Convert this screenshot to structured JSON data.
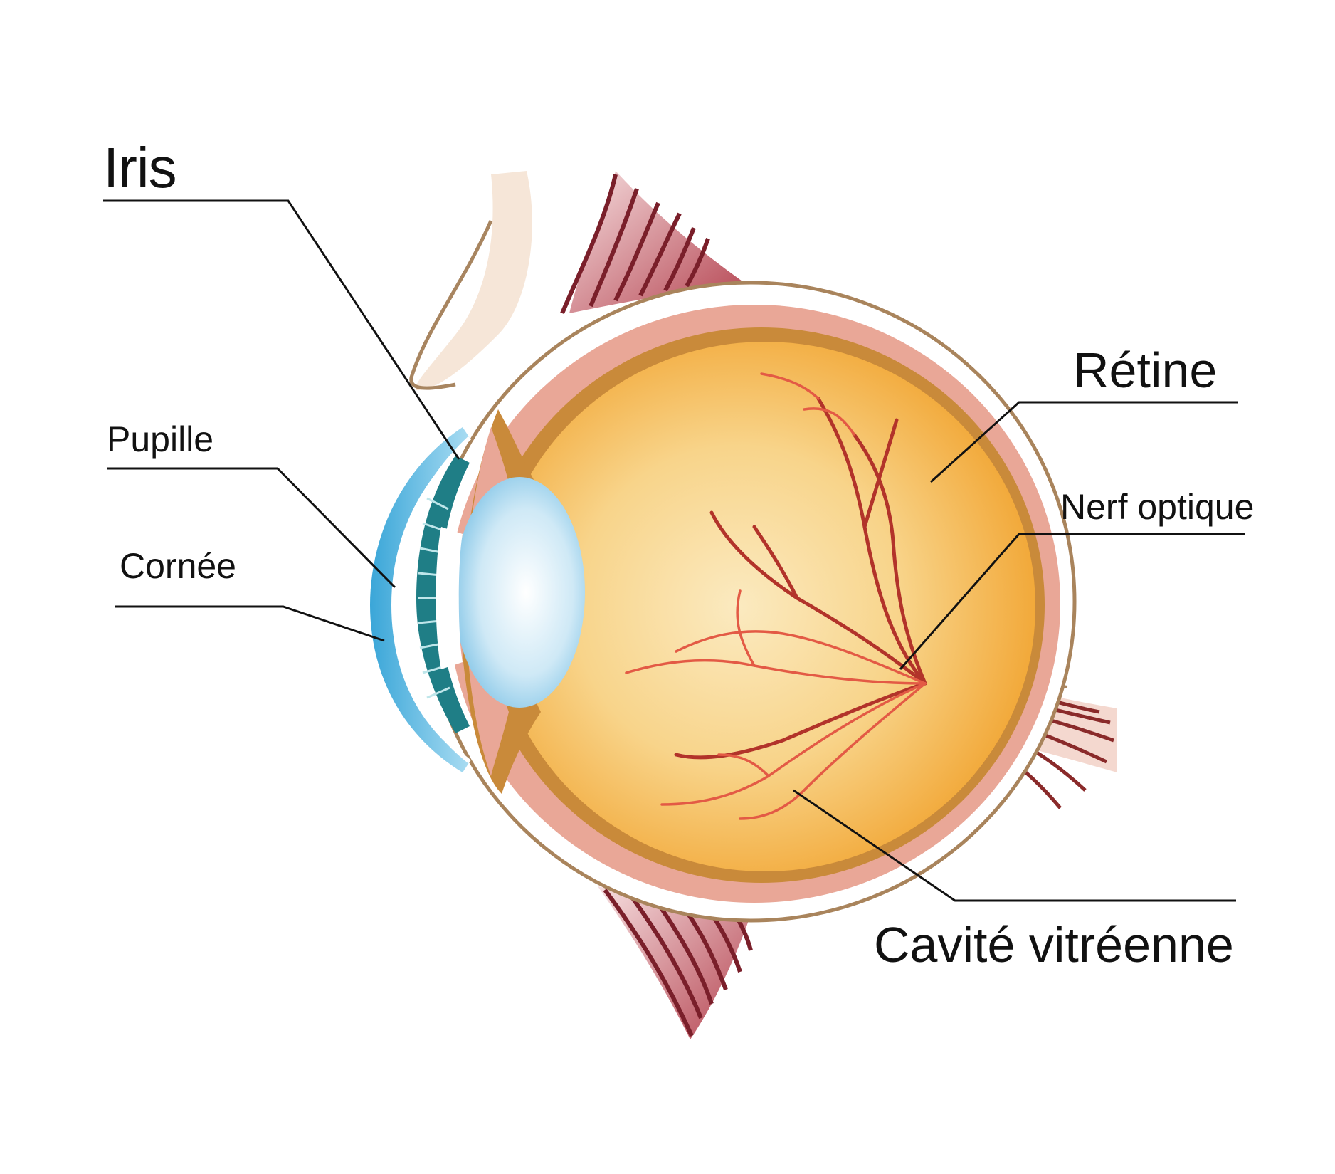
{
  "labels": {
    "iris": "Iris",
    "pupille": "Pupille",
    "cornee": "Cornée",
    "retine": "Rétine",
    "nerf_optique": "Nerf optique",
    "cavite_vitreenne": "Cavité vitréenne"
  },
  "colors": {
    "background": "#ffffff",
    "vitreous": "#f5b13b",
    "vitreous_light": "#fbe3b0",
    "choroid_ring": "#c98a3a",
    "retina_pink": "#e8a090",
    "sclera": "#ffffff",
    "sclera_outline": "#a9845c",
    "cornea_blue": "#3aa6d8",
    "iris_teal": "#1f7e86",
    "lens_blue": "#8ccbe8",
    "vessel_red": "#c0392b",
    "muscle_dark": "#7a1f2a",
    "eyelid_fill": "#f6e4d6",
    "leader_line": "#111111",
    "label_text": "#111111"
  }
}
